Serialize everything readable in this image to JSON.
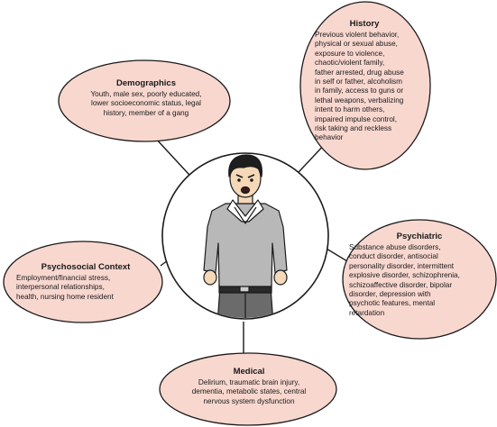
{
  "bubbles": {
    "demographics": {
      "title": "Demographics",
      "lines": [
        "Youth, male sex, poorly educated,",
        "lower socioeconomic status, legal",
        "history, member of a gang"
      ]
    },
    "history": {
      "title": "History",
      "lines": [
        "Previous violent behavior,",
        "physical or sexual abuse,",
        "exposure to violence,",
        "chaotic/violent family,",
        "father arrested, drug abuse",
        "in self or father, alcoholism",
        "in family, access to guns or",
        "lethal weapons, verbalizing",
        "intent to harm others,",
        "impaired impulse control,",
        "risk taking and reckless",
        "behavior"
      ]
    },
    "psychiatric": {
      "title": "Psychiatric",
      "lines": [
        "Substance abuse disorders,",
        "conduct disorder, antisocial",
        "personality disorder, intermittent",
        "explosive disorder, schizophrenia,",
        "schizoaffective disorder, bipolar",
        "disorder, depression with",
        "psychotic features, mental",
        "retardation"
      ]
    },
    "psychosocial": {
      "title": "Psychosocial Context",
      "lines": [
        "Employment/financial stress,",
        "interpersonal relationships,",
        "health, nursing home resident"
      ]
    },
    "medical": {
      "title": "Medical",
      "lines": [
        "Delirium, traumatic brain injury,",
        "dementia, metabolic states, central",
        "nervous system dysfunction"
      ]
    }
  },
  "colors": {
    "bubble_fill": "#f8d7cf",
    "stroke": "#1a1a1a",
    "shirt": "#b8b8b8",
    "pants": "#6b6b6b",
    "hair": "#1e1e1e",
    "skin": "#f4d8b8"
  }
}
